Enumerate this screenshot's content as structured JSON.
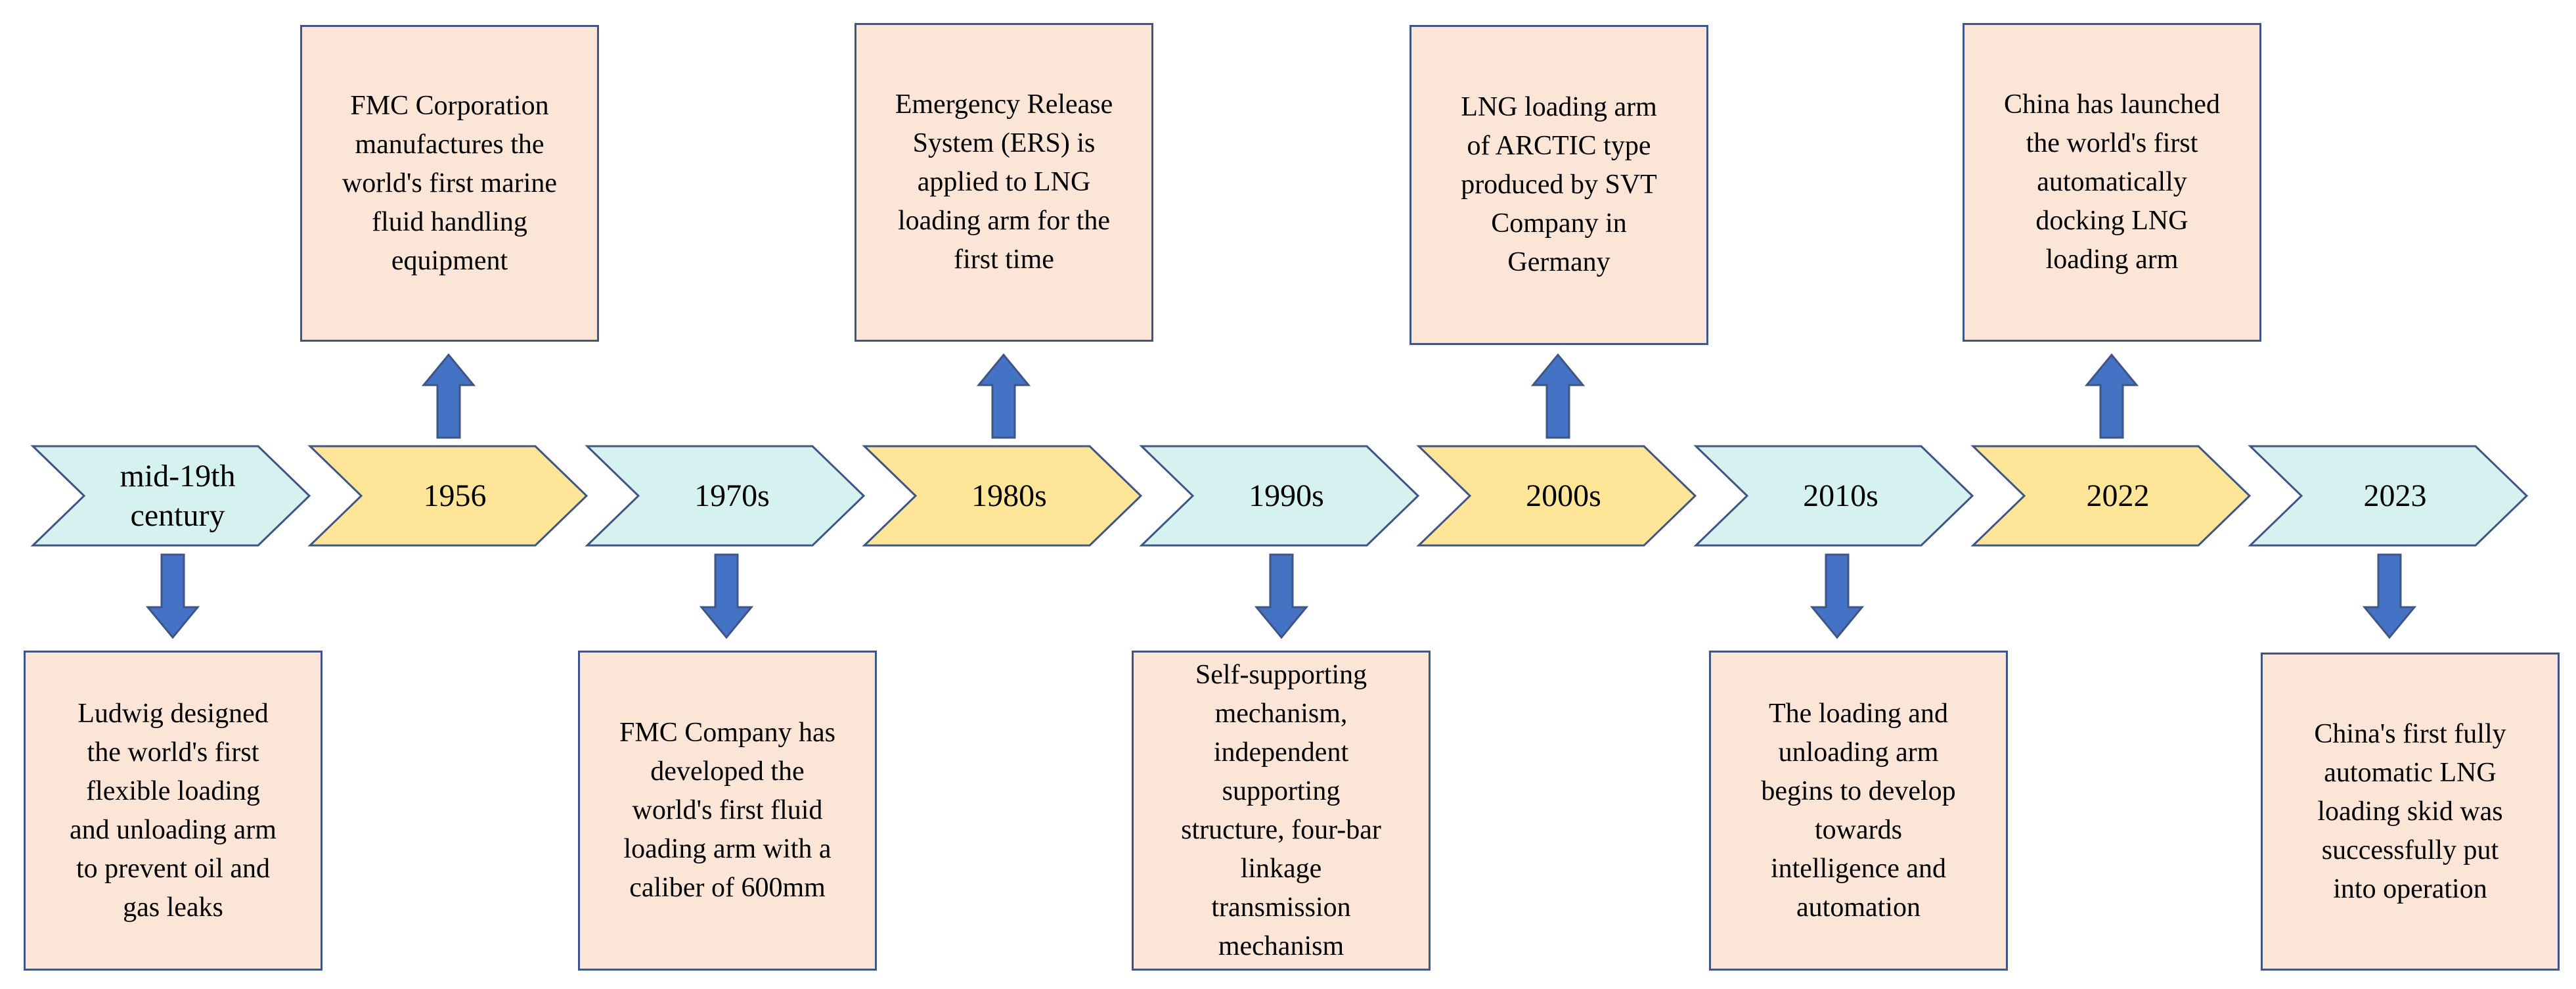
{
  "colors": {
    "chevron_cyan": "#d5f2f0",
    "chevron_yellow": "#ffe598",
    "box_fill": "#fbe5d6",
    "outline": "#3e5585",
    "arrow_fill": "#4472c4"
  },
  "timeline": [
    {
      "label": "mid-19th\ncentury",
      "color": "cyan",
      "position": "below",
      "text": "Ludwig designed\nthe world's first\nflexible loading\nand unloading arm\nto prevent oil and\ngas leaks"
    },
    {
      "label": "1956",
      "color": "yellow",
      "position": "above",
      "text": "FMC Corporation\nmanufactures the\nworld's first marine\nfluid handling\nequipment"
    },
    {
      "label": "1970s",
      "color": "cyan",
      "position": "below",
      "text": "FMC Company has\ndeveloped the\nworld's first fluid\nloading arm with a\ncaliber of 600mm"
    },
    {
      "label": "1980s",
      "color": "yellow",
      "position": "above",
      "text": "Emergency Release\nSystem (ERS) is\napplied to LNG\nloading arm for the\nfirst time"
    },
    {
      "label": "1990s",
      "color": "cyan",
      "position": "below",
      "text": "Self-supporting\nmechanism,\nindependent\nsupporting\nstructure, four-bar\nlinkage\ntransmission\nmechanism"
    },
    {
      "label": "2000s",
      "color": "yellow",
      "position": "above",
      "text": "LNG loading arm\nof ARCTIC type\nproduced by SVT\nCompany in\nGermany"
    },
    {
      "label": "2010s",
      "color": "cyan",
      "position": "below",
      "text": "The loading and\nunloading arm\nbegins to develop\ntowards\nintelligence and\nautomation"
    },
    {
      "label": "2022",
      "color": "yellow",
      "position": "above",
      "text": "China has launched\nthe world's first\nautomatically\ndocking LNG\nloading arm"
    },
    {
      "label": "2023",
      "color": "cyan",
      "position": "below",
      "text": "China's first fully\nautomatic LNG\nloading skid was\nsuccessfully put\ninto operation"
    }
  ]
}
